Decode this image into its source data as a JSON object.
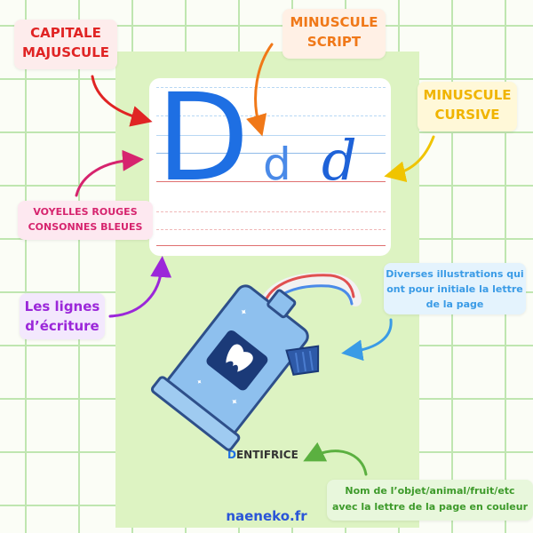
{
  "labels": {
    "capitale": [
      "CAPITALE",
      "MAJUSCULE"
    ],
    "script": [
      "MINUSCULE",
      "SCRIPT"
    ],
    "cursive": [
      "MINUSCULE",
      "CURSIVE"
    ],
    "voyelles": [
      "VOYELLES ROUGES",
      "CONSONNES BLEUES"
    ],
    "lignes": [
      "Les lignes",
      "d’écriture"
    ],
    "illustrations": [
      "Diverses illustrations qui",
      "ont pour initiale la lettre",
      "de la page"
    ],
    "nom": [
      "Nom de l’objet/animal/fruit/etc",
      "avec la lettre de la page en couleur"
    ]
  },
  "letters": {
    "capital": "D",
    "script": "d",
    "cursive": "d"
  },
  "word": {
    "initial": "D",
    "rest": "ENTIFRICE"
  },
  "brand": "naeneko.fr",
  "colors": {
    "consonant_blue": "#1e6fe3",
    "vowel_red": "#e02424",
    "page_green": "#ddf3c2"
  },
  "icons": {
    "illustration": "toothpaste-tube-icon",
    "cap": "tube-cap-icon"
  }
}
